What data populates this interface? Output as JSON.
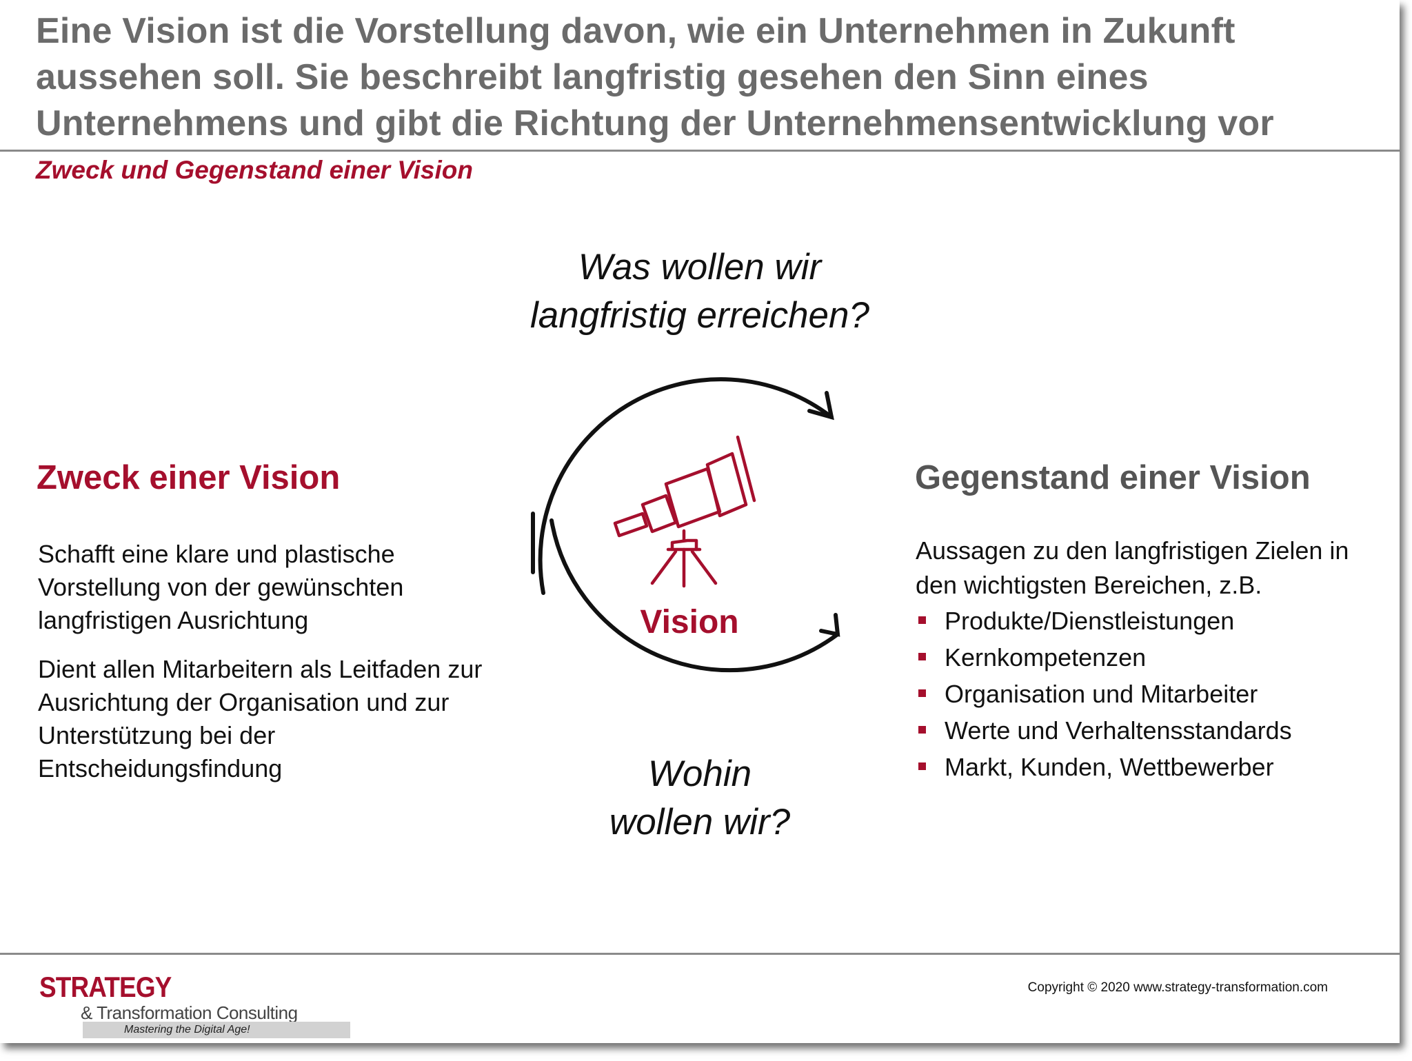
{
  "slide": {
    "title_lines": [
      "Eine Vision ist die Vorstellung davon, wie ein Unternehmen in Zukunft",
      "aussehen soll. Sie beschreibt langfristig gesehen den Sinn eines",
      "Unternehmens und gibt die Richtung der Unternehmensentwicklung vor"
    ],
    "subtitle": "Zweck und Gegenstand einer Vision"
  },
  "center": {
    "question_top": [
      "Was wollen wir",
      "langfristig erreichen?"
    ],
    "question_bottom": [
      "Wohin",
      "wollen wir?"
    ],
    "label": "Vision",
    "icon": "telescope-icon",
    "cycle_icon": "circular-arrows-icon"
  },
  "left": {
    "heading": "Zweck einer Vision",
    "paragraphs": [
      "Schafft eine klare und plastische Vorstellung von der gewünschten langfristigen Ausrichtung",
      "Dient allen Mitarbeitern als Leitfaden zur Ausrichtung der Organisation und zur Unterstützung bei der Entscheidungsfindung"
    ]
  },
  "right": {
    "heading": "Gegenstand einer Vision",
    "intro": "Aussagen zu den langfristigen Zielen in den wichtigsten Bereichen, z.B.",
    "items": [
      "Produkte/Dienstleistungen",
      "Kernkompetenzen",
      "Organisation und Mitarbeiter",
      "Werte und Verhaltensstandards",
      "Markt, Kunden, Wettbewerber"
    ]
  },
  "footer": {
    "logo_main": "STRATEGY",
    "logo_sub": "& Transformation Consulting",
    "logo_tagline": "Mastering the Digital Age!",
    "copyright": "Copyright © 2020 www.strategy-transformation.com"
  },
  "colors": {
    "accent": "#a50f2d",
    "title_gray": "#6b6b6b",
    "heading_gray": "#555555",
    "text": "#111111"
  }
}
